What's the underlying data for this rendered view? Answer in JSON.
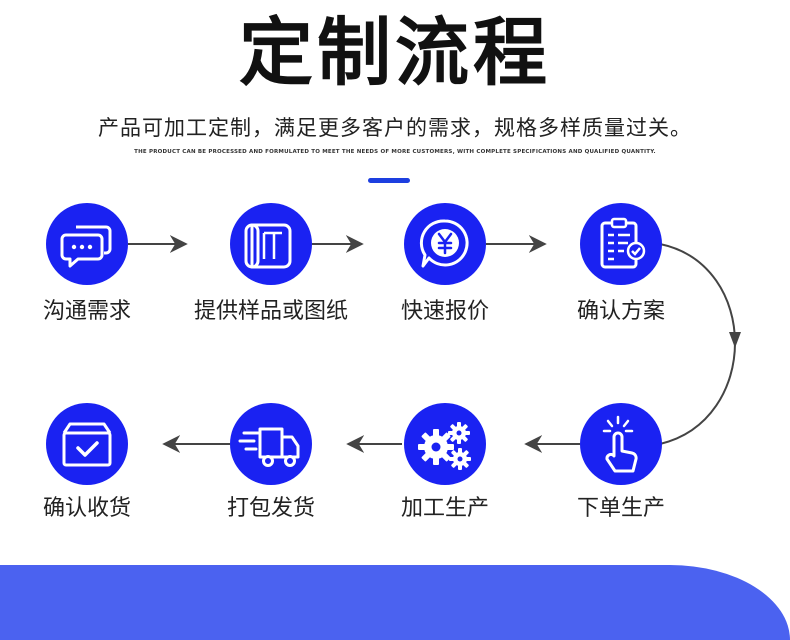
{
  "header": {
    "title": "定制流程",
    "subtitle": "产品可加工定制，满足更多客户的需求，规格多样质量过关。",
    "subtitle_en": "THE PRODUCT CAN BE PROCESSED AND FORMULATED TO MEET THE NEEDS OF MORE CUSTOMERS, WITH COMPLETE SPECIFICATIONS AND QUALIFIED QUANTITY."
  },
  "colors": {
    "accent": "#1a22f2",
    "footer": "#4b62f0",
    "line": "#444444"
  },
  "steps": [
    {
      "label": "沟通需求",
      "icon": "chat-bubbles-icon"
    },
    {
      "label": "提供样品或图纸",
      "icon": "blueprint-scroll-icon"
    },
    {
      "label": "快速报价",
      "icon": "yen-bubble-icon"
    },
    {
      "label": "确认方案",
      "icon": "clipboard-check-icon"
    },
    {
      "label": "下单生产",
      "icon": "tap-finger-icon"
    },
    {
      "label": "加工生产",
      "icon": "gears-icon"
    },
    {
      "label": "打包发货",
      "icon": "delivery-truck-icon"
    },
    {
      "label": "确认收货",
      "icon": "box-check-icon"
    }
  ]
}
